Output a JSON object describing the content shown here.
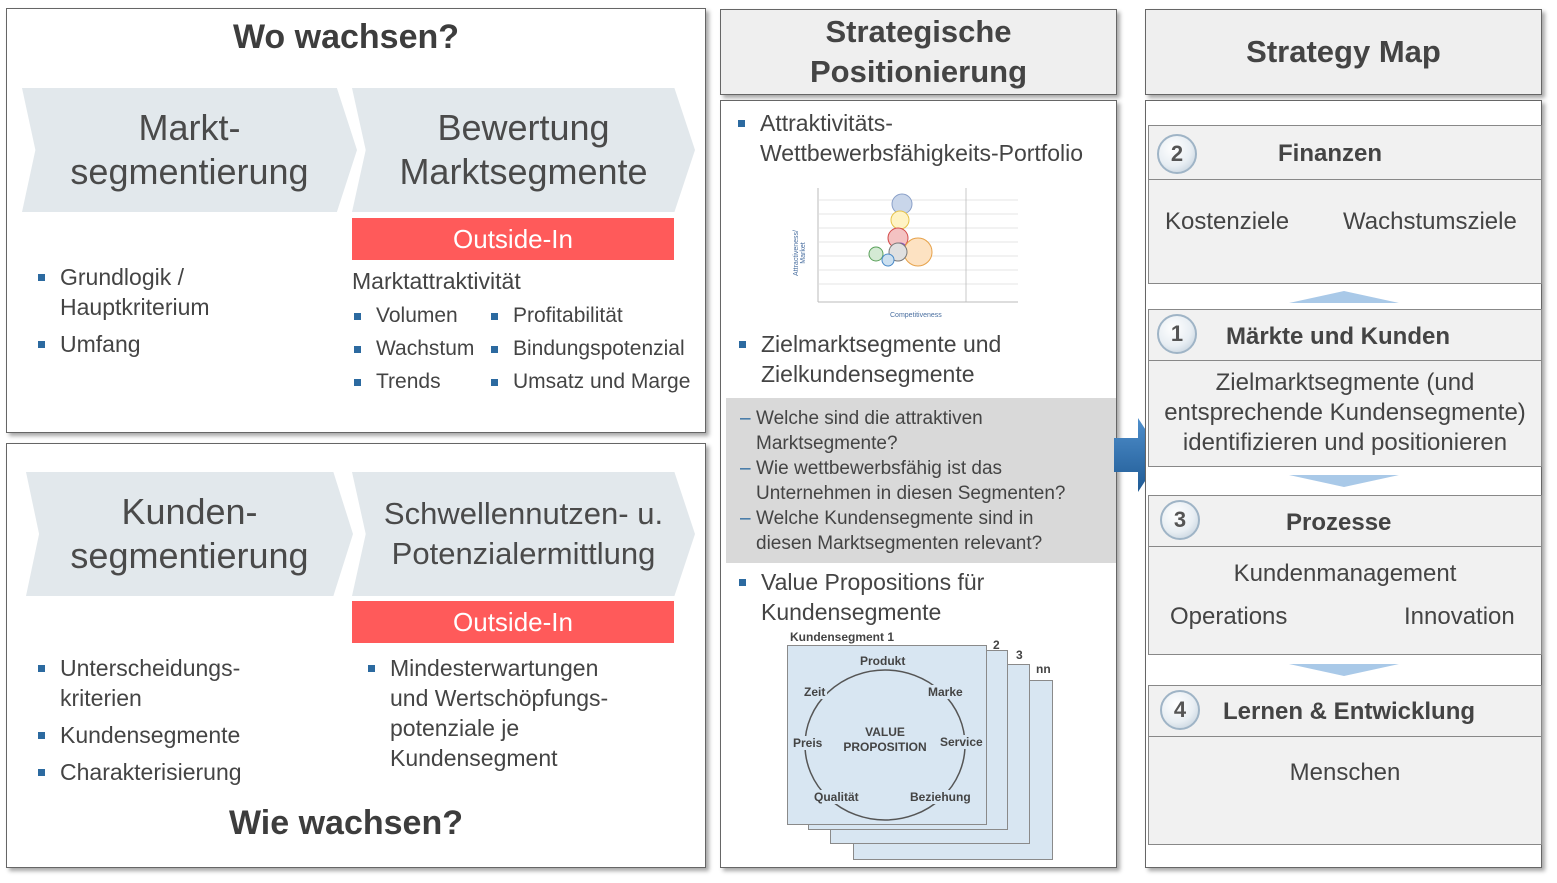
{
  "top_left": {
    "title": "Wo wachsen?",
    "chevron1": "Markt-\nsegmentierung",
    "chevron2": "Bewertung\nMarktsegmente",
    "outside_in": "Outside-In",
    "left_bullets": [
      "Grundlogik /\nHauptkriterium",
      "Umfang"
    ],
    "attr_heading": "Marktattraktivität",
    "attr_col1": [
      "Volumen",
      "Wachstum",
      "Trends"
    ],
    "attr_col2": [
      "Profitabilität",
      "Bindungspotenzial",
      "Umsatz und Marge"
    ]
  },
  "bottom_left": {
    "title": "Wie wachsen?",
    "chevron1": "Kunden-\nsegmentierung",
    "chevron2": "Schwellennutzen- u.\nPotenzialermittlung",
    "outside_in": "Outside-In",
    "left_bullets": [
      "Unterscheidungs-\nkriterien",
      "Kundensegmente",
      "Charakterisierung"
    ],
    "right_bullets": [
      "Mindesterwartungen\nund Wertschöpfungs-\npotenziale je\nKundensegment"
    ]
  },
  "middle": {
    "title": "Strategische\nPositionierung",
    "bullet1": "Attraktivitäts-\nWettbewerbsfähigkeits-Portfolio",
    "portfolio": {
      "ylabel": "Attractiveness/\nMarket",
      "xlabel": "Competitiveness"
    },
    "bullet2": "Zielmarktsegmente und\nZielkundensegmente",
    "questions": [
      "Welche sind die attraktiven\nMarktsegmente?",
      "Wie wettbewerbsfähig ist das\nUnternehmen in diesen Segmenten?",
      "Welche Kundensegmente sind in\ndiesen Marktsegmenten relevant?"
    ],
    "bullet3": "Value Propositions für\nKundensegmente",
    "vp": {
      "segment_label": "Kundensegment 1",
      "stack_labels": [
        "2",
        "3",
        "nn"
      ],
      "center": "VALUE\nPROPOSITION",
      "items": {
        "produkt": "Produkt",
        "marke": "Marke",
        "service": "Service",
        "beziehung": "Beziehung",
        "qualitaet": "Qualität",
        "preis": "Preis",
        "zeit": "Zeit"
      }
    }
  },
  "strategy_map": {
    "title": "Strategy Map",
    "finanzen": {
      "num": "2",
      "title": "Finanzen",
      "left": "Kostenziele",
      "right": "Wachstumsziele"
    },
    "maerkte": {
      "num": "1",
      "title": "Märkte und Kunden",
      "text": "Zielmarktsegmente (und\nentsprechende Kundensegmente)\nidentifizieren und positionieren"
    },
    "prozesse": {
      "num": "3",
      "title": "Prozesse",
      "top": "Kundenmanagement",
      "left": "Operations",
      "right": "Innovation"
    },
    "lernen": {
      "num": "4",
      "title": "Lernen & Entwicklung",
      "text": "Menschen"
    }
  },
  "colors": {
    "accent_red": "#ff5a5a",
    "chevron": "#e2e8ec",
    "bullet_blue": "#2c6aa0",
    "arrow_blue": "#2f6fae",
    "triangle": "#a9c9e8"
  },
  "icons": [
    "arrow-right-icon",
    "triangle-up-icon",
    "triangle-down-icon",
    "number-circle-icon"
  ]
}
